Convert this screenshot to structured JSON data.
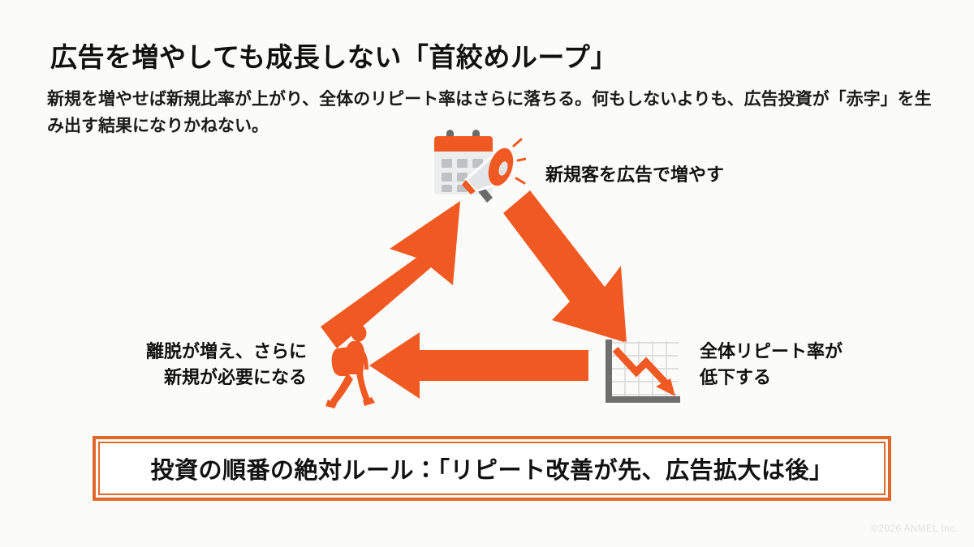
{
  "slide": {
    "background_color": "#fbfbf9",
    "accent_color": "#F05A22",
    "title": "広告を増やしても成長しない「首絞めループ」",
    "subtitle": "新規を増やせば新規比率が上がり、全体のリピート率はさらに落ちる。何もしないよりも、広告投資が「赤字」を生み出す結果になりかねない。"
  },
  "loop": {
    "nodes": [
      {
        "id": "top",
        "label": "新規客を広告で増やす",
        "icon": "calendar-megaphone-icon"
      },
      {
        "id": "right",
        "label": "全体リピート率が\n低下する",
        "icon": "declining-chart-icon"
      },
      {
        "id": "left",
        "label": "離脱が増え、さらに\n新規が必要になる",
        "icon": "walking-person-icon"
      }
    ],
    "arrows": [
      {
        "id": "left-to-top",
        "icon": "arrow-up-right-icon"
      },
      {
        "id": "top-to-right",
        "icon": "arrow-down-right-icon"
      },
      {
        "id": "right-to-left",
        "icon": "arrow-left-icon"
      }
    ]
  },
  "banner": {
    "text": "投資の順番の絶対ルール：「リピート改善が先、広告拡大は後」",
    "border_color": "#E1672B"
  },
  "footer": {
    "copyright": "©2026 ANMEL Inc."
  }
}
